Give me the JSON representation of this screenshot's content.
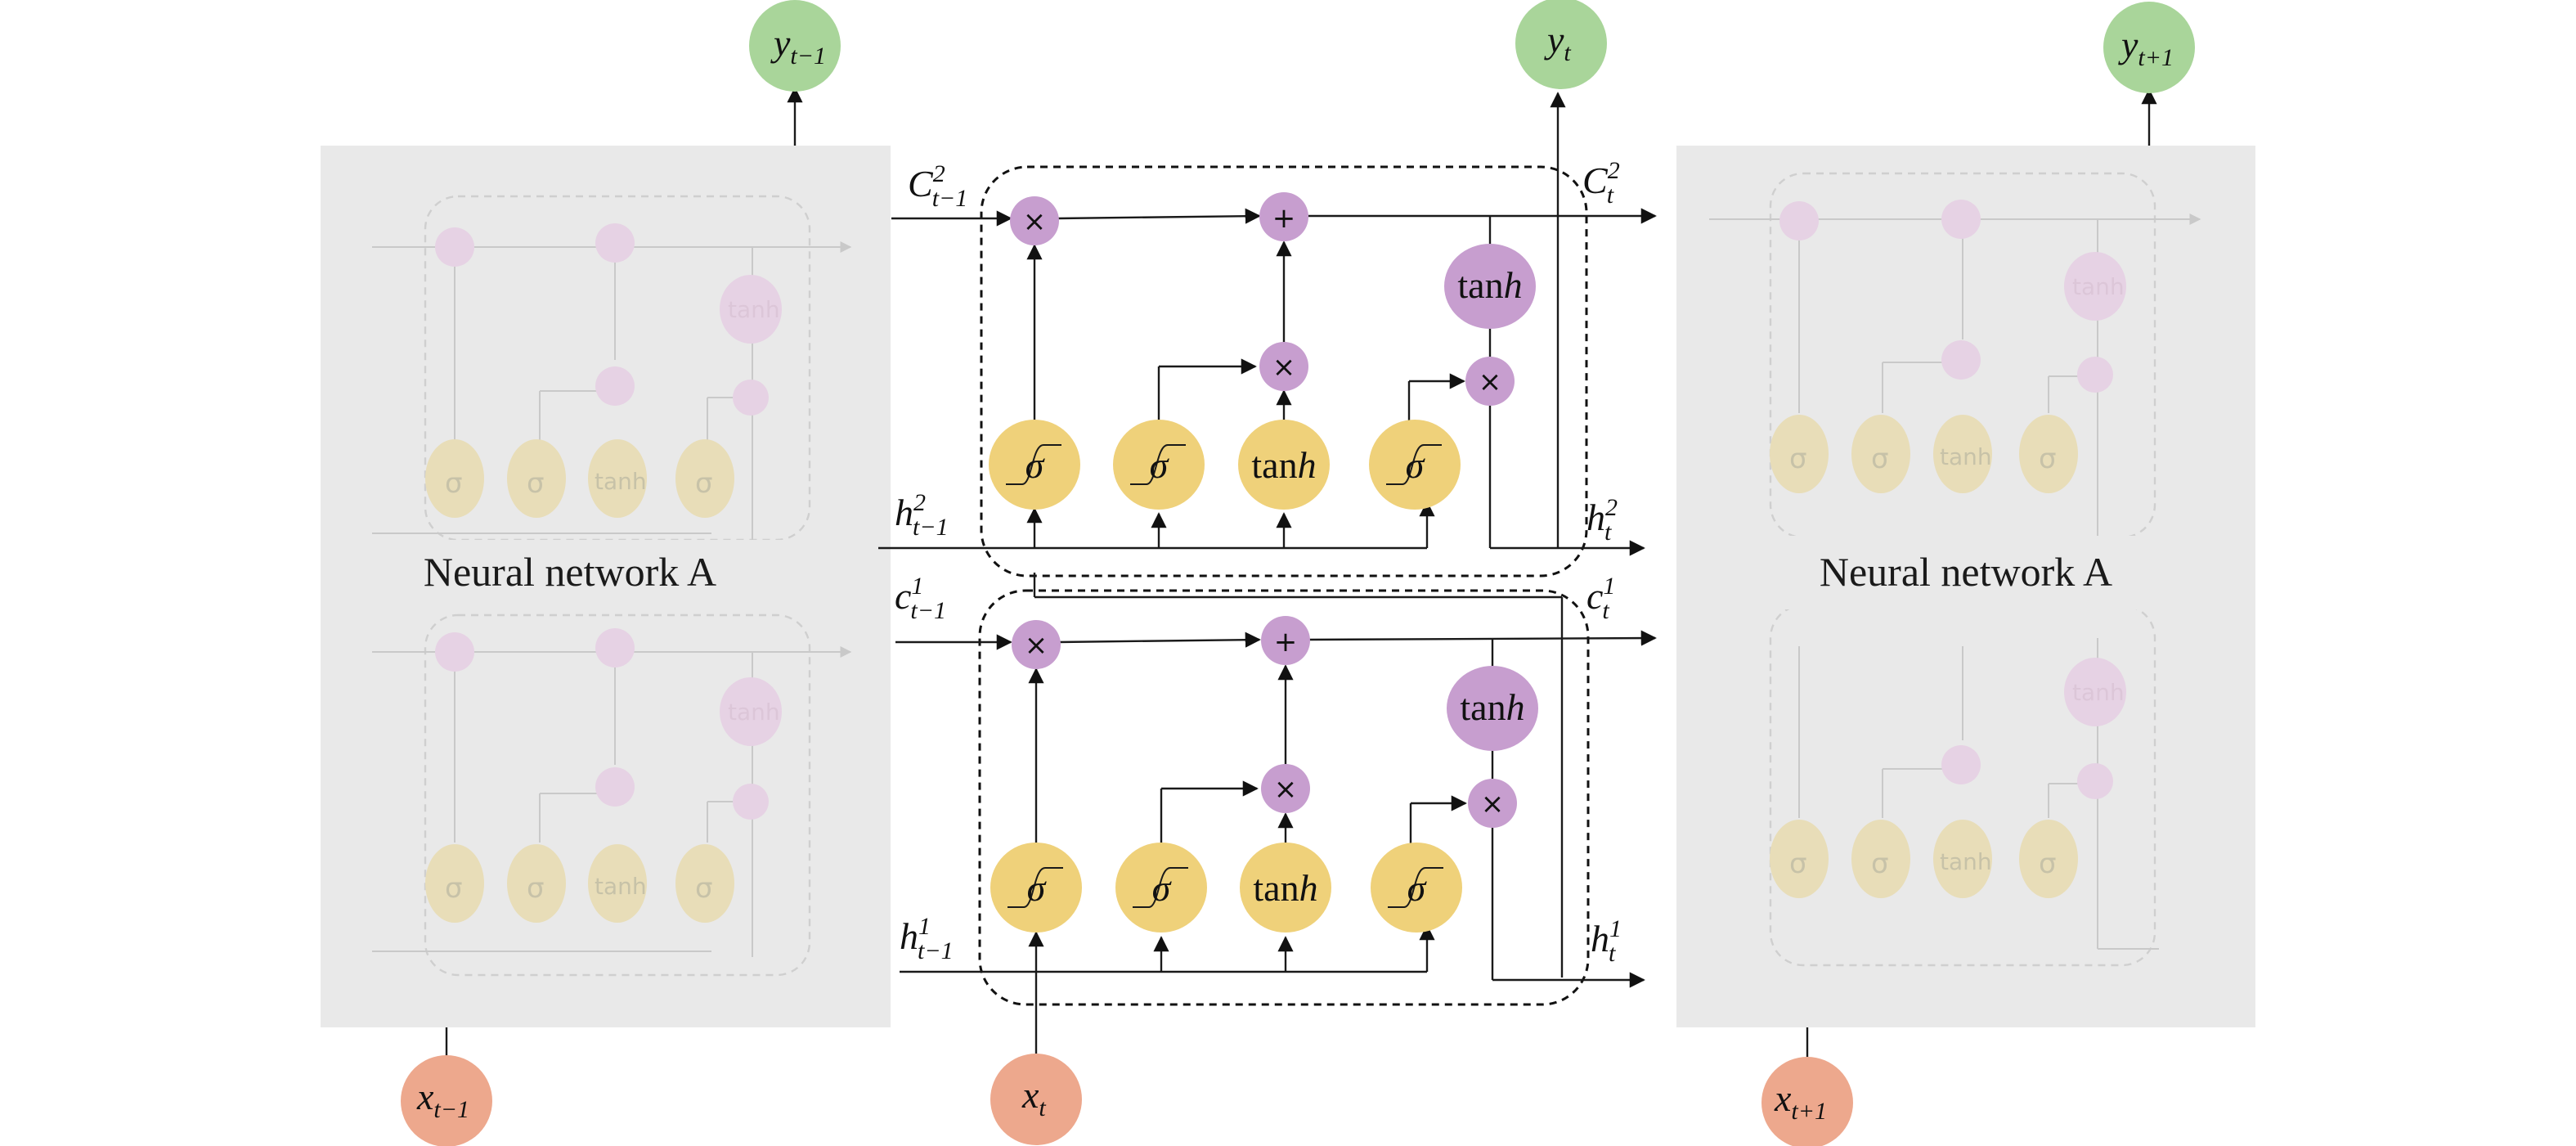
{
  "panels": {
    "left_title": "Neural network A",
    "right_title": "Neural network A"
  },
  "outputs": [
    {
      "base": "y",
      "sub": "t−1"
    },
    {
      "base": "y",
      "sub": "t"
    },
    {
      "base": "y",
      "sub": "t+1"
    }
  ],
  "inputs": [
    {
      "base": "x",
      "sub": "t−1"
    },
    {
      "base": "x",
      "sub": "t"
    },
    {
      "base": "x",
      "sub": "t+1"
    }
  ],
  "layer2": {
    "c_in": {
      "base": "C",
      "sup": "2",
      "sub": "t−1"
    },
    "c_out": {
      "base": "C",
      "sup": "2",
      "sub": "t"
    },
    "h_in": {
      "base": "h",
      "sup": "2",
      "sub": "t−1"
    },
    "h_out": {
      "base": "h",
      "sup": "2",
      "sub": "t"
    }
  },
  "layer1": {
    "c_in": {
      "base": "c",
      "sup": "1",
      "sub": "t−1"
    },
    "c_out": {
      "base": "c",
      "sup": "1",
      "sub": "t"
    },
    "h_in": {
      "base": "h",
      "sup": "1",
      "sub": "t−1"
    },
    "h_out": {
      "base": "h",
      "sup": "1",
      "sub": "t"
    }
  },
  "gates": {
    "sigma": "σ",
    "tanh_prefix": "tan",
    "tanh_suffix": "h"
  },
  "ops": {
    "multiply": "×",
    "add": "+"
  },
  "colors": {
    "output_node": "#a9d59a",
    "input_node": "#eda88d",
    "gate": "#efd17a",
    "operator": "#c79ecf",
    "panel": "#e9e9e9"
  }
}
